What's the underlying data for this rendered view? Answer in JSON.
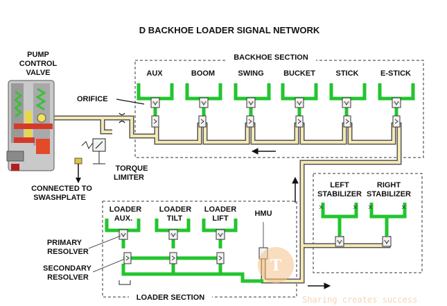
{
  "title": "D BACKHOE LOADER SIGNAL NETWORK",
  "pump": {
    "line1": "PUMP",
    "line2": "CONTROL",
    "line3": "VALVE"
  },
  "orifice": "ORIFICE",
  "torque": {
    "line1": "TORQUE",
    "line2": "LIMITER"
  },
  "swash": {
    "line1": "CONNECTED TO",
    "line2": "SWASHPLATE"
  },
  "backhoe": {
    "section": "BACKHOE SECTION",
    "valves": [
      "AUX",
      "BOOM",
      "SWING",
      "BUCKET",
      "STICK",
      "E-STICK"
    ]
  },
  "stabilizers": {
    "left": {
      "line1": "LEFT",
      "line2": "STABILIZER"
    },
    "right": {
      "line1": "RIGHT",
      "line2": "STABILIZER"
    }
  },
  "loader": {
    "section": "LOADER SECTION",
    "aux": {
      "line1": "LOADER",
      "line2": "AUX."
    },
    "tilt": {
      "line1": "LOADER",
      "line2": "TILT"
    },
    "lift": {
      "line1": "LOADER",
      "line2": "LIFT"
    },
    "hmu": "HMU"
  },
  "primary": {
    "line1": "PRIMARY",
    "line2": "RESOLVER"
  },
  "secondary": {
    "line1": "SECONDARY",
    "line2": "RESOLVER"
  },
  "watermark": "Sharing creates success",
  "colors": {
    "green": "#22c52e",
    "line_fill": "#f4e9b5",
    "line_edge": "#555555",
    "accent": "#e8a050"
  }
}
